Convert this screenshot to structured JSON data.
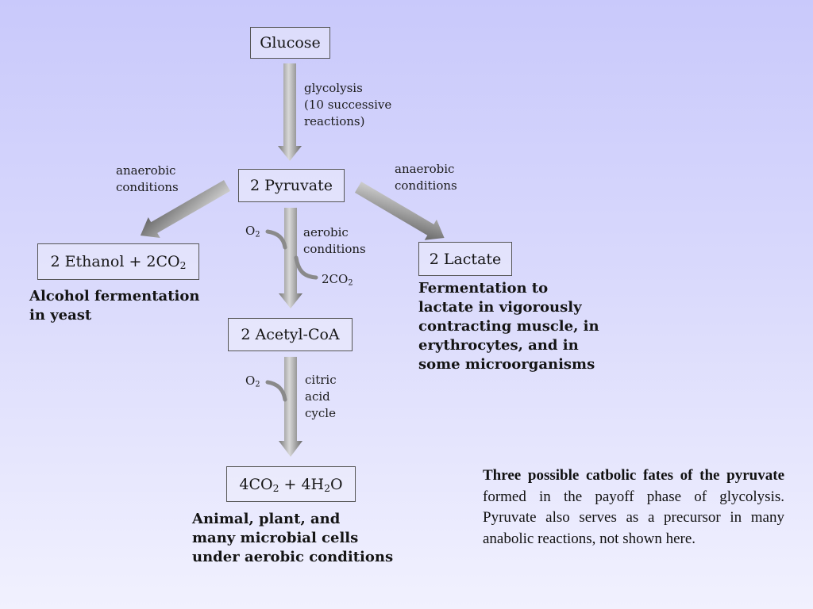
{
  "boxes": {
    "glucose": "Glucose",
    "pyruvate": "2 Pyruvate",
    "ethanol": {
      "prefix": "2 Ethanol + 2CO",
      "sub": "2"
    },
    "lactate": "2 Lactate",
    "acetyl": "2 Acetyl-CoA",
    "final": {
      "p1": "4CO",
      "s1": "2",
      "p2": " + 4H",
      "s2": "2",
      "p3": "O"
    }
  },
  "labels": {
    "glycolysis": [
      "glycolysis",
      "(10 successive",
      "reactions)"
    ],
    "anaerobic_left": [
      "anaerobic",
      "conditions"
    ],
    "anaerobic_right": [
      "anaerobic",
      "conditions"
    ],
    "aerobic": [
      "aerobic",
      "conditions"
    ],
    "citric": [
      "citric",
      "acid",
      "cycle"
    ],
    "o2_top": {
      "base": "O",
      "sub": "2"
    },
    "o2_bottom": {
      "base": "O",
      "sub": "2"
    },
    "co2_out": {
      "base": "2CO",
      "sub": "2"
    }
  },
  "captions": {
    "alcohol": [
      "Alcohol fermentation",
      "in yeast"
    ],
    "lactate": [
      "Fermentation to",
      "lactate in vigorously",
      "contracting muscle, in",
      "erythrocytes, and in",
      "some microorganisms"
    ],
    "aerobic": [
      "Animal, plant, and",
      "many microbial cells",
      "under aerobic conditions"
    ]
  },
  "caption_text": {
    "bold": "Three possible catbolic fates of the pyruvate",
    "rest": " formed in the payoff phase of glycolysis. Pyruvate also serves as a precursor in many anabolic reactions, not shown here."
  },
  "colors": {
    "arrow_light": "#d2d2d2",
    "arrow_dark": "#555555",
    "background_top": "#c9c9fb",
    "background_bottom": "#f1f1fe"
  }
}
